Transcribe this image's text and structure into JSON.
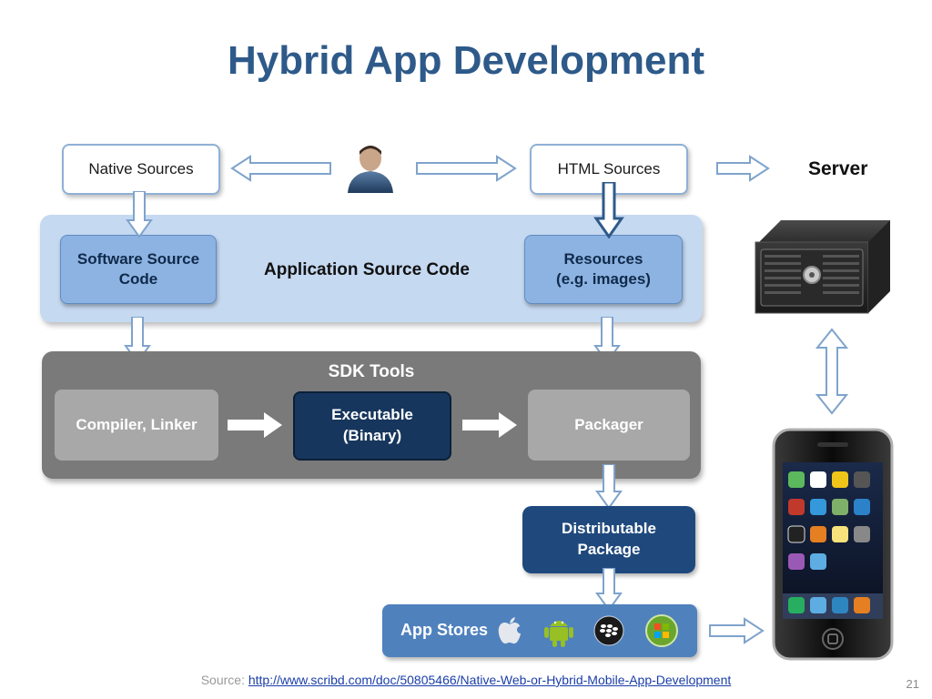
{
  "title": "Hybrid App Development",
  "nodes": {
    "native_sources": "Native Sources",
    "html_sources": "HTML Sources",
    "server": "Server",
    "application_source_code": "Application Source Code",
    "software_source_code_line1": "Software Source",
    "software_source_code_line2": "Code",
    "resources_line1": "Resources",
    "resources_line2": "(e.g. images)",
    "sdk_tools": "SDK Tools",
    "compiler_linker": "Compiler, Linker",
    "executable_line1": "Executable",
    "executable_line2": "(Binary)",
    "packager": "Packager",
    "distributable_line1": "Distributable",
    "distributable_line2": "Package",
    "app_stores": "App Stores"
  },
  "icons": [
    "user-icon",
    "server-icon",
    "apple-icon",
    "android-icon",
    "blackberry-icon",
    "windows-icon",
    "smartphone-icon"
  ],
  "footer": {
    "source_label": "Source: ",
    "source_url": "http://www.scribd.com/doc/50805466/Native-Web-or-Hybrid-Mobile-App-Development"
  },
  "page_number": "21",
  "colors": {
    "title": "#2e5a8a",
    "light_band": "#c5d9f1",
    "mid_box": "#8db3e2",
    "gray_band": "#7a7a7a",
    "dark_box": "#17365d",
    "navy_box": "#1f497d"
  }
}
